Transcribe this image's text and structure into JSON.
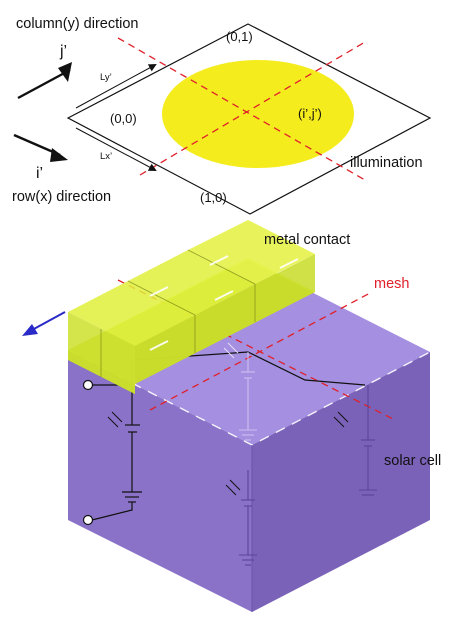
{
  "labels": {
    "column_direction": "column(y) direction",
    "row_direction": "row(x) direction",
    "j_prime": "j’",
    "i_prime": "i’",
    "origin": "(0,0)",
    "corner_01": "(0,1)",
    "corner_10": "(1,0)",
    "center_ij": "(i’,j’)",
    "ly": "Ly’",
    "lx": "Lx’",
    "illumination": "illumination",
    "metal_contact": "metal contact",
    "mesh": "mesh",
    "solar_cell": "solar cell"
  },
  "colors": {
    "illumination_fill": "#f5ec1e",
    "metal_contact_fill": "#d8ec2a",
    "solar_cell_front": "#8a72c8",
    "solar_cell_top": "#a48fe0",
    "solar_cell_side": "#7a62b8",
    "mesh_line": "#e0202a",
    "mesh_label": "#e0202a",
    "arrow_blue": "#2a2ac8"
  },
  "icons": {
    "photon": "photon-arrows-icon",
    "ground": "ground-icon",
    "diode": "diode-icon"
  }
}
